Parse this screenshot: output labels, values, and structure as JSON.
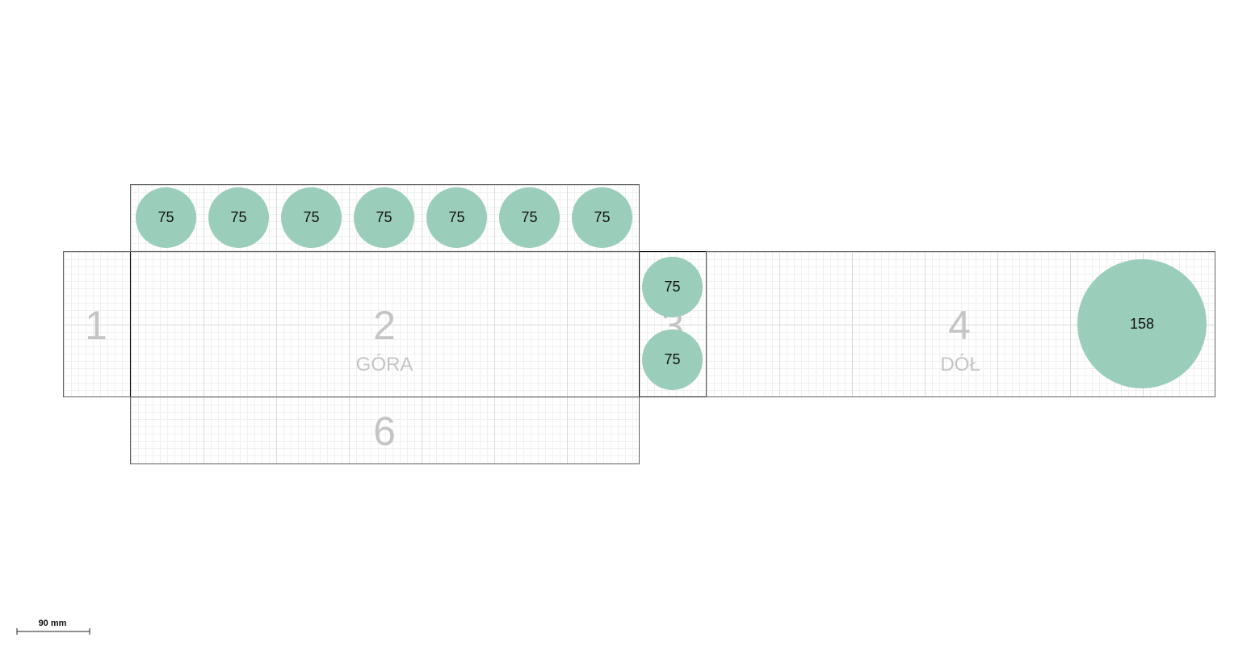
{
  "faces": [
    {
      "id": "f1",
      "number": "1",
      "label": ""
    },
    {
      "id": "f2",
      "number": "2",
      "label": "GÓRA"
    },
    {
      "id": "f3",
      "number": "3",
      "label": ""
    },
    {
      "id": "f4",
      "number": "4",
      "label": "DÓŁ"
    },
    {
      "id": "f5",
      "number": "",
      "label": ""
    },
    {
      "id": "f6",
      "number": "6",
      "label": ""
    }
  ],
  "circles": [
    {
      "value": "75",
      "face": "f5"
    },
    {
      "value": "75",
      "face": "f5"
    },
    {
      "value": "75",
      "face": "f5"
    },
    {
      "value": "75",
      "face": "f5"
    },
    {
      "value": "75",
      "face": "f5"
    },
    {
      "value": "75",
      "face": "f5"
    },
    {
      "value": "75",
      "face": "f5"
    },
    {
      "value": "75",
      "face": "f3"
    },
    {
      "value": "75",
      "face": "f3"
    },
    {
      "value": "158",
      "face": "f4"
    }
  ],
  "circle_color": "#9bcdbb",
  "scale_bar": {
    "label": "90 mm"
  }
}
